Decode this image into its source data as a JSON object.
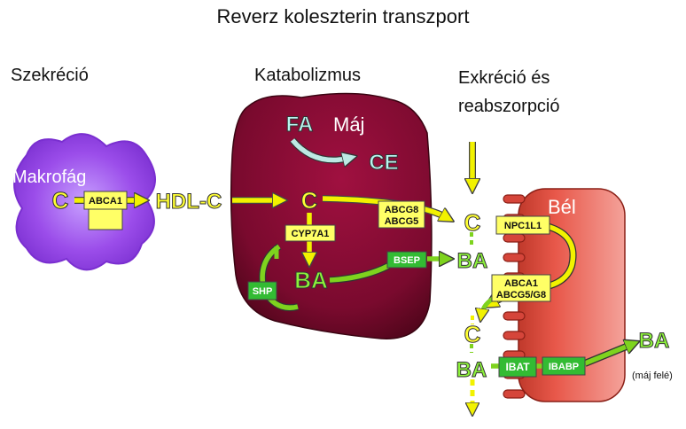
{
  "title": "Reverz koleszterin transzport",
  "sections": {
    "secretion": "Szekréció",
    "catabolism": "Katabolizmus",
    "excretion_line1": "Exkréció és",
    "excretion_line2": "reabszorpció"
  },
  "organs": {
    "macrophage": "Makrofág",
    "liver": "Máj",
    "intestine": "Bél"
  },
  "molecules": {
    "c": "C",
    "hdl_c": "HDL-C",
    "fa": "FA",
    "ce": "CE",
    "ba": "BA"
  },
  "proteins": {
    "abca1": "ABCA1",
    "cyp7a1": "CYP7A1",
    "shp": "SHP",
    "abcg8": "ABCG8",
    "abcg5": "ABCG5",
    "bsep": "BSEP",
    "npc1l1": "NPC1L1",
    "abca1_b": "ABCA1",
    "abcg5g8": "ABCG5/G8",
    "ibat": "IBAT",
    "ibabp": "IBABP"
  },
  "notes": {
    "to_liver": "(máj felé)"
  },
  "colors": {
    "yellow_arrow": "#f2f200",
    "green_arrow": "#7ed31e",
    "liver_fill": "#8a0a33",
    "macrophage_fill": "#9b4dea",
    "intestine_fill": "#e8584a",
    "text_yellow": "#ffff33",
    "text_green": "#8cf23a",
    "text_cyan": "#b9f5f0",
    "box_yellow": "#ffff66",
    "box_green": "#33bb33"
  }
}
